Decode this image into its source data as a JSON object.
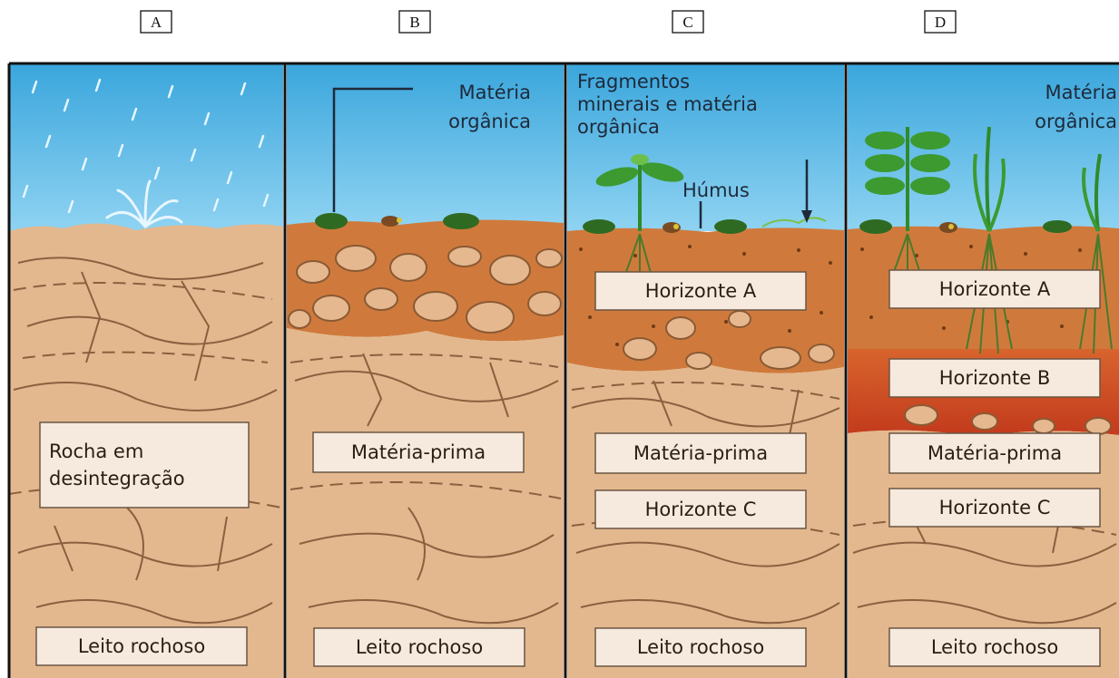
{
  "panels": [
    {
      "letter": "A",
      "labels": [
        {
          "lines": [
            "Rocha em",
            "desintegração"
          ]
        },
        {
          "lines": [
            "Leito rochoso"
          ]
        }
      ],
      "annotations": []
    },
    {
      "letter": "B",
      "labels": [
        {
          "lines": [
            "Matéria-prima"
          ]
        },
        {
          "lines": [
            "Leito rochoso"
          ]
        }
      ],
      "annotations": [
        {
          "lines": [
            "Matéria",
            "orgânica"
          ]
        }
      ]
    },
    {
      "letter": "C",
      "labels": [
        {
          "lines": [
            "Horizonte A"
          ]
        },
        {
          "lines": [
            "Matéria-prima"
          ]
        },
        {
          "lines": [
            "Horizonte C"
          ]
        },
        {
          "lines": [
            "Leito rochoso"
          ]
        }
      ],
      "annotations": [
        {
          "lines": [
            "Fragmentos",
            "minerais e matéria",
            "orgânica"
          ]
        },
        {
          "lines": [
            "Húmus"
          ]
        }
      ]
    },
    {
      "letter": "D",
      "labels": [
        {
          "lines": [
            "Horizonte A"
          ]
        },
        {
          "lines": [
            "Horizonte B"
          ]
        },
        {
          "lines": [
            "Matéria-prima"
          ]
        },
        {
          "lines": [
            "Horizonte C"
          ]
        },
        {
          "lines": [
            "Leito rochoso"
          ]
        }
      ],
      "annotations": [
        {
          "lines": [
            "Matéria",
            "orgânica"
          ]
        }
      ]
    }
  ],
  "colors": {
    "sky_top": "#3aa6dc",
    "sky_bottom": "#8fd3f2",
    "rock": "#e3b88e",
    "rock_crack": "#8a6040",
    "topsoil": "#cf7a3c",
    "horizon_b": "#cf4a24",
    "pebble": "#e6b890",
    "plant": "#2f8a2a",
    "plant_light": "#6cc04a",
    "label_box": "#f6e9dd",
    "divider": "#111111"
  }
}
